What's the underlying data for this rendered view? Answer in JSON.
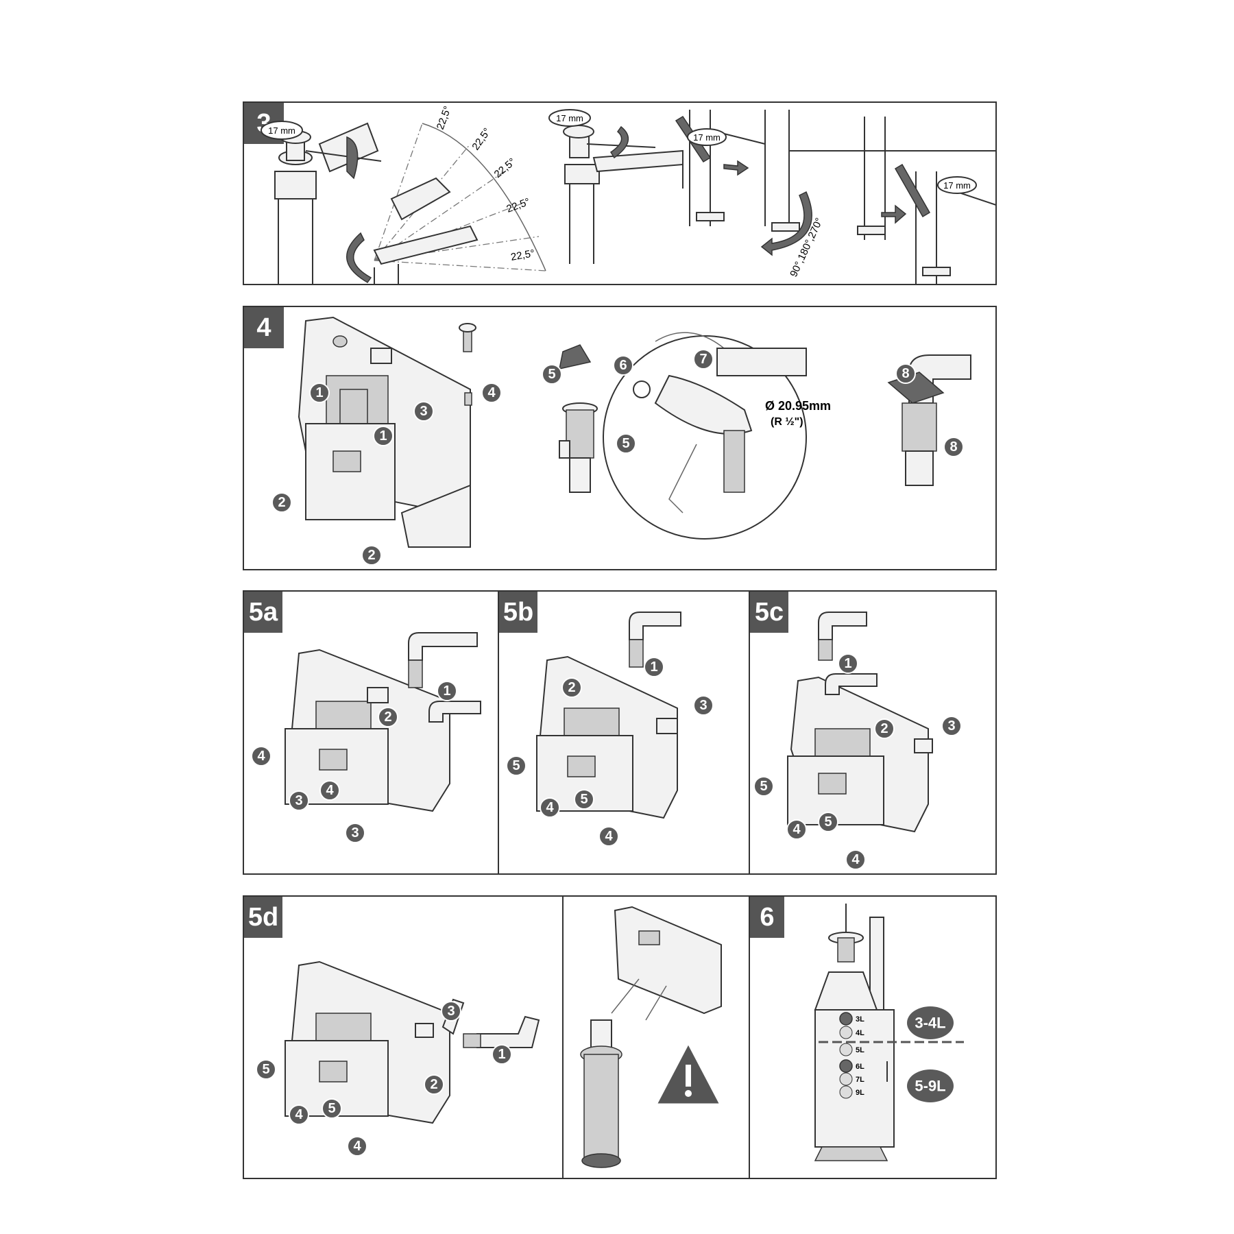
{
  "steps": {
    "s3": {
      "label": "3",
      "wrench": "17 mm",
      "angle_step": "22,5°",
      "rotations": "90°,180°,270°"
    },
    "s4": {
      "label": "4",
      "pipe_spec_line1": "Ø 20.95mm",
      "pipe_spec_line2": "(R ½\")"
    },
    "s5a": {
      "label": "5a"
    },
    "s5b": {
      "label": "5b"
    },
    "s5c": {
      "label": "5c"
    },
    "s5d": {
      "label": "5d"
    },
    "s6": {
      "label": "6",
      "volume_small": "3-4L",
      "volume_large": "5-9L",
      "scale": [
        "3L",
        "4L",
        "5L",
        "6L",
        "7L",
        "9L"
      ]
    }
  },
  "callouts": [
    "1",
    "2",
    "3",
    "4",
    "5",
    "6",
    "7",
    "8"
  ],
  "colors": {
    "tag_bg": "#555555",
    "callout_bg": "#5a5a5a",
    "line": "#333333",
    "warning": "#555555"
  },
  "icons": [
    "rotate-arrow-icon",
    "wrench-icon",
    "warning-triangle-icon",
    "arrow-icon"
  ]
}
